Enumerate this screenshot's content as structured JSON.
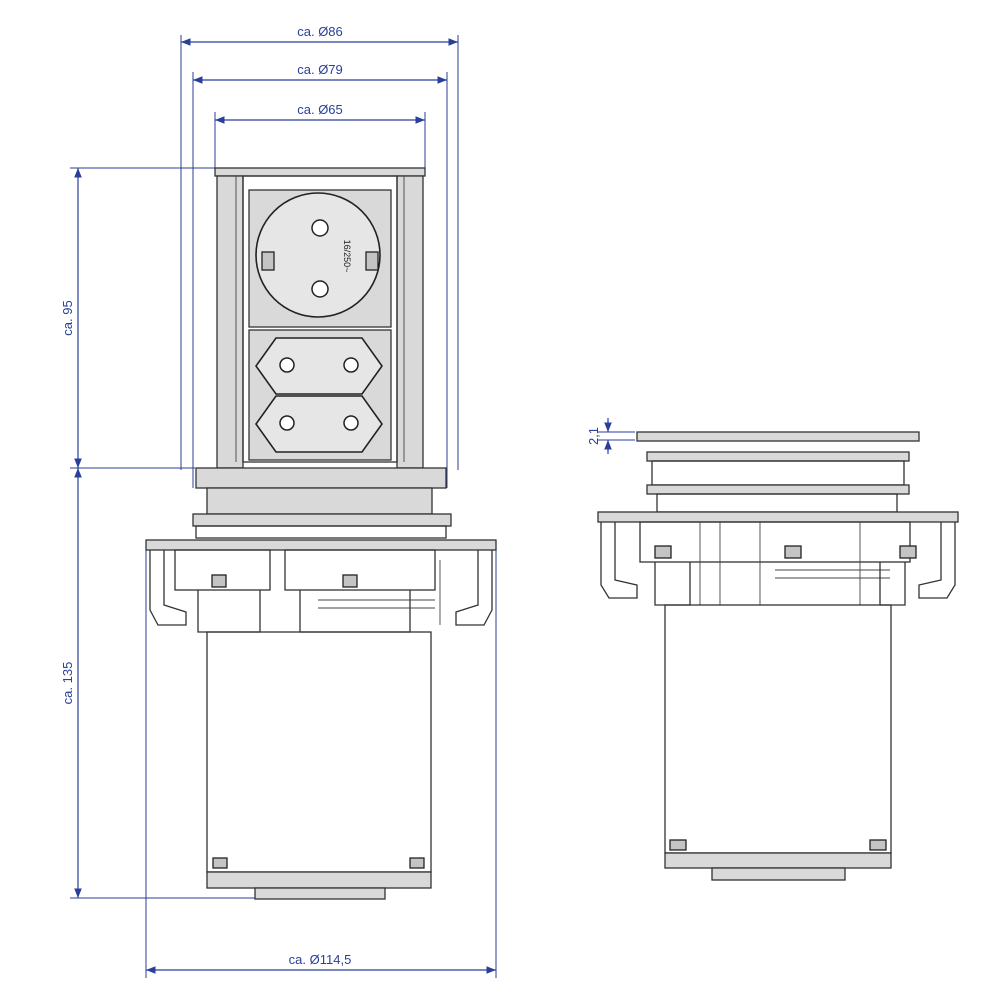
{
  "dimensions": {
    "dia_86": "ca. Ø86",
    "dia_79": "ca. Ø79",
    "dia_65": "ca. Ø65",
    "height_95": "ca. 95",
    "height_135": "ca. 135",
    "dia_114_5": "ca. Ø114,5",
    "thickness_2_1": "2,1"
  },
  "socket_rating": "16/250~",
  "colors": {
    "dimension": "#2a3f9a",
    "outline": "#333333"
  }
}
